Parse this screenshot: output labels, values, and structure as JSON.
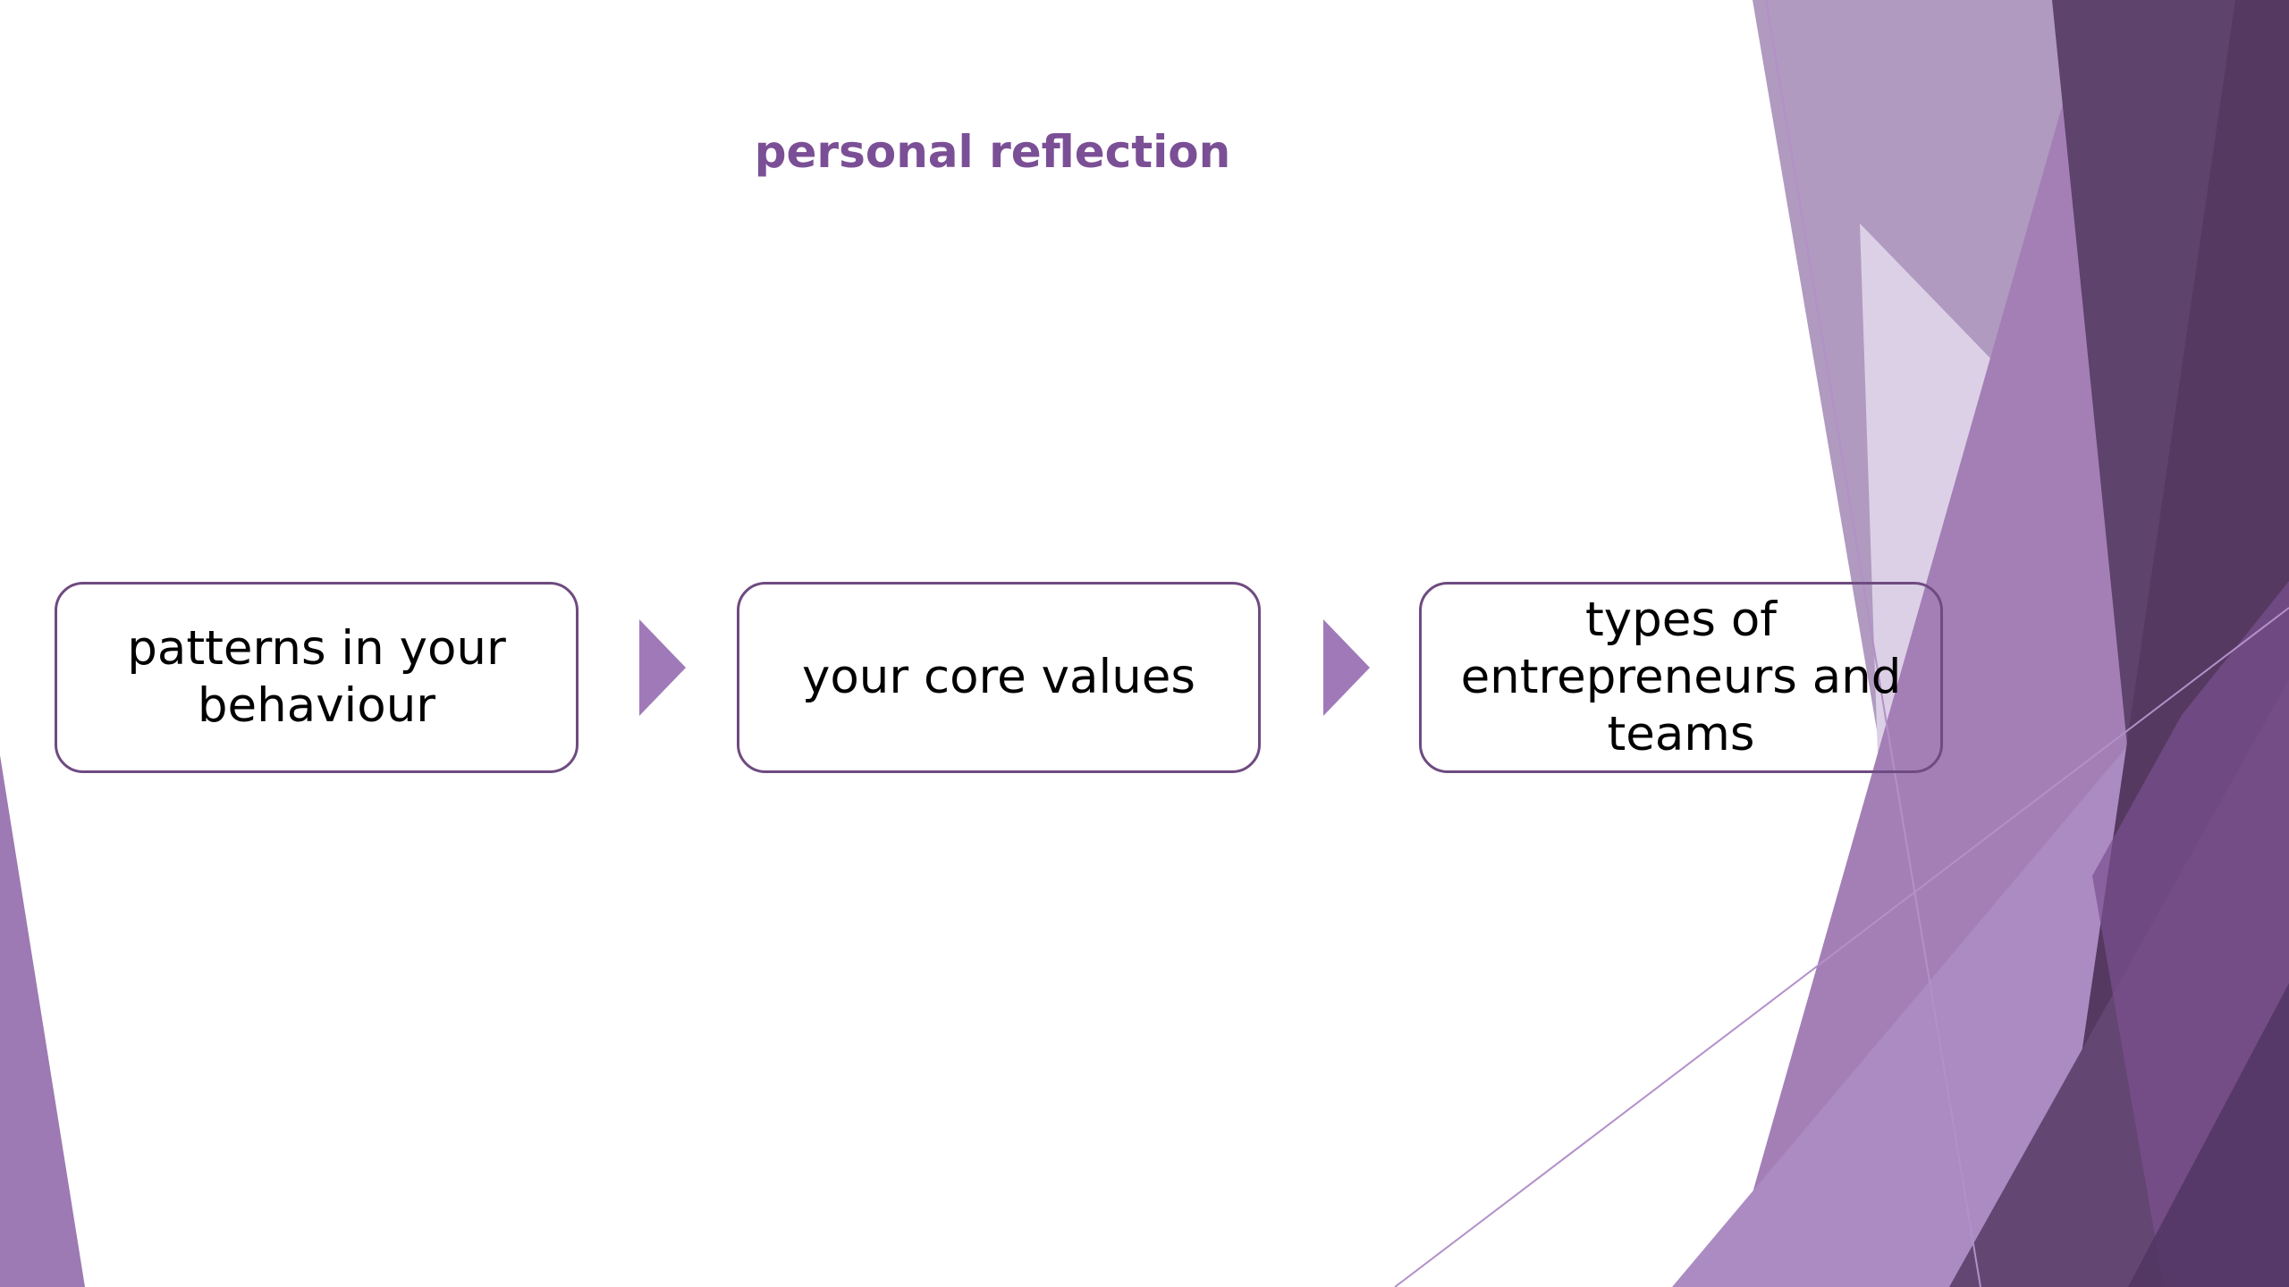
{
  "slide": {
    "title": "personal reflection",
    "accent_color": "#7b4f95",
    "box_border_color": "#6e4b80",
    "arrow_color": "#a07ab8"
  },
  "process": {
    "steps": [
      {
        "label": "patterns in your\nbehaviour"
      },
      {
        "label": "your core values"
      },
      {
        "label": "types of\nentrepreneurs and\nteams"
      }
    ],
    "connector_icon": "right-triangle-arrow"
  }
}
